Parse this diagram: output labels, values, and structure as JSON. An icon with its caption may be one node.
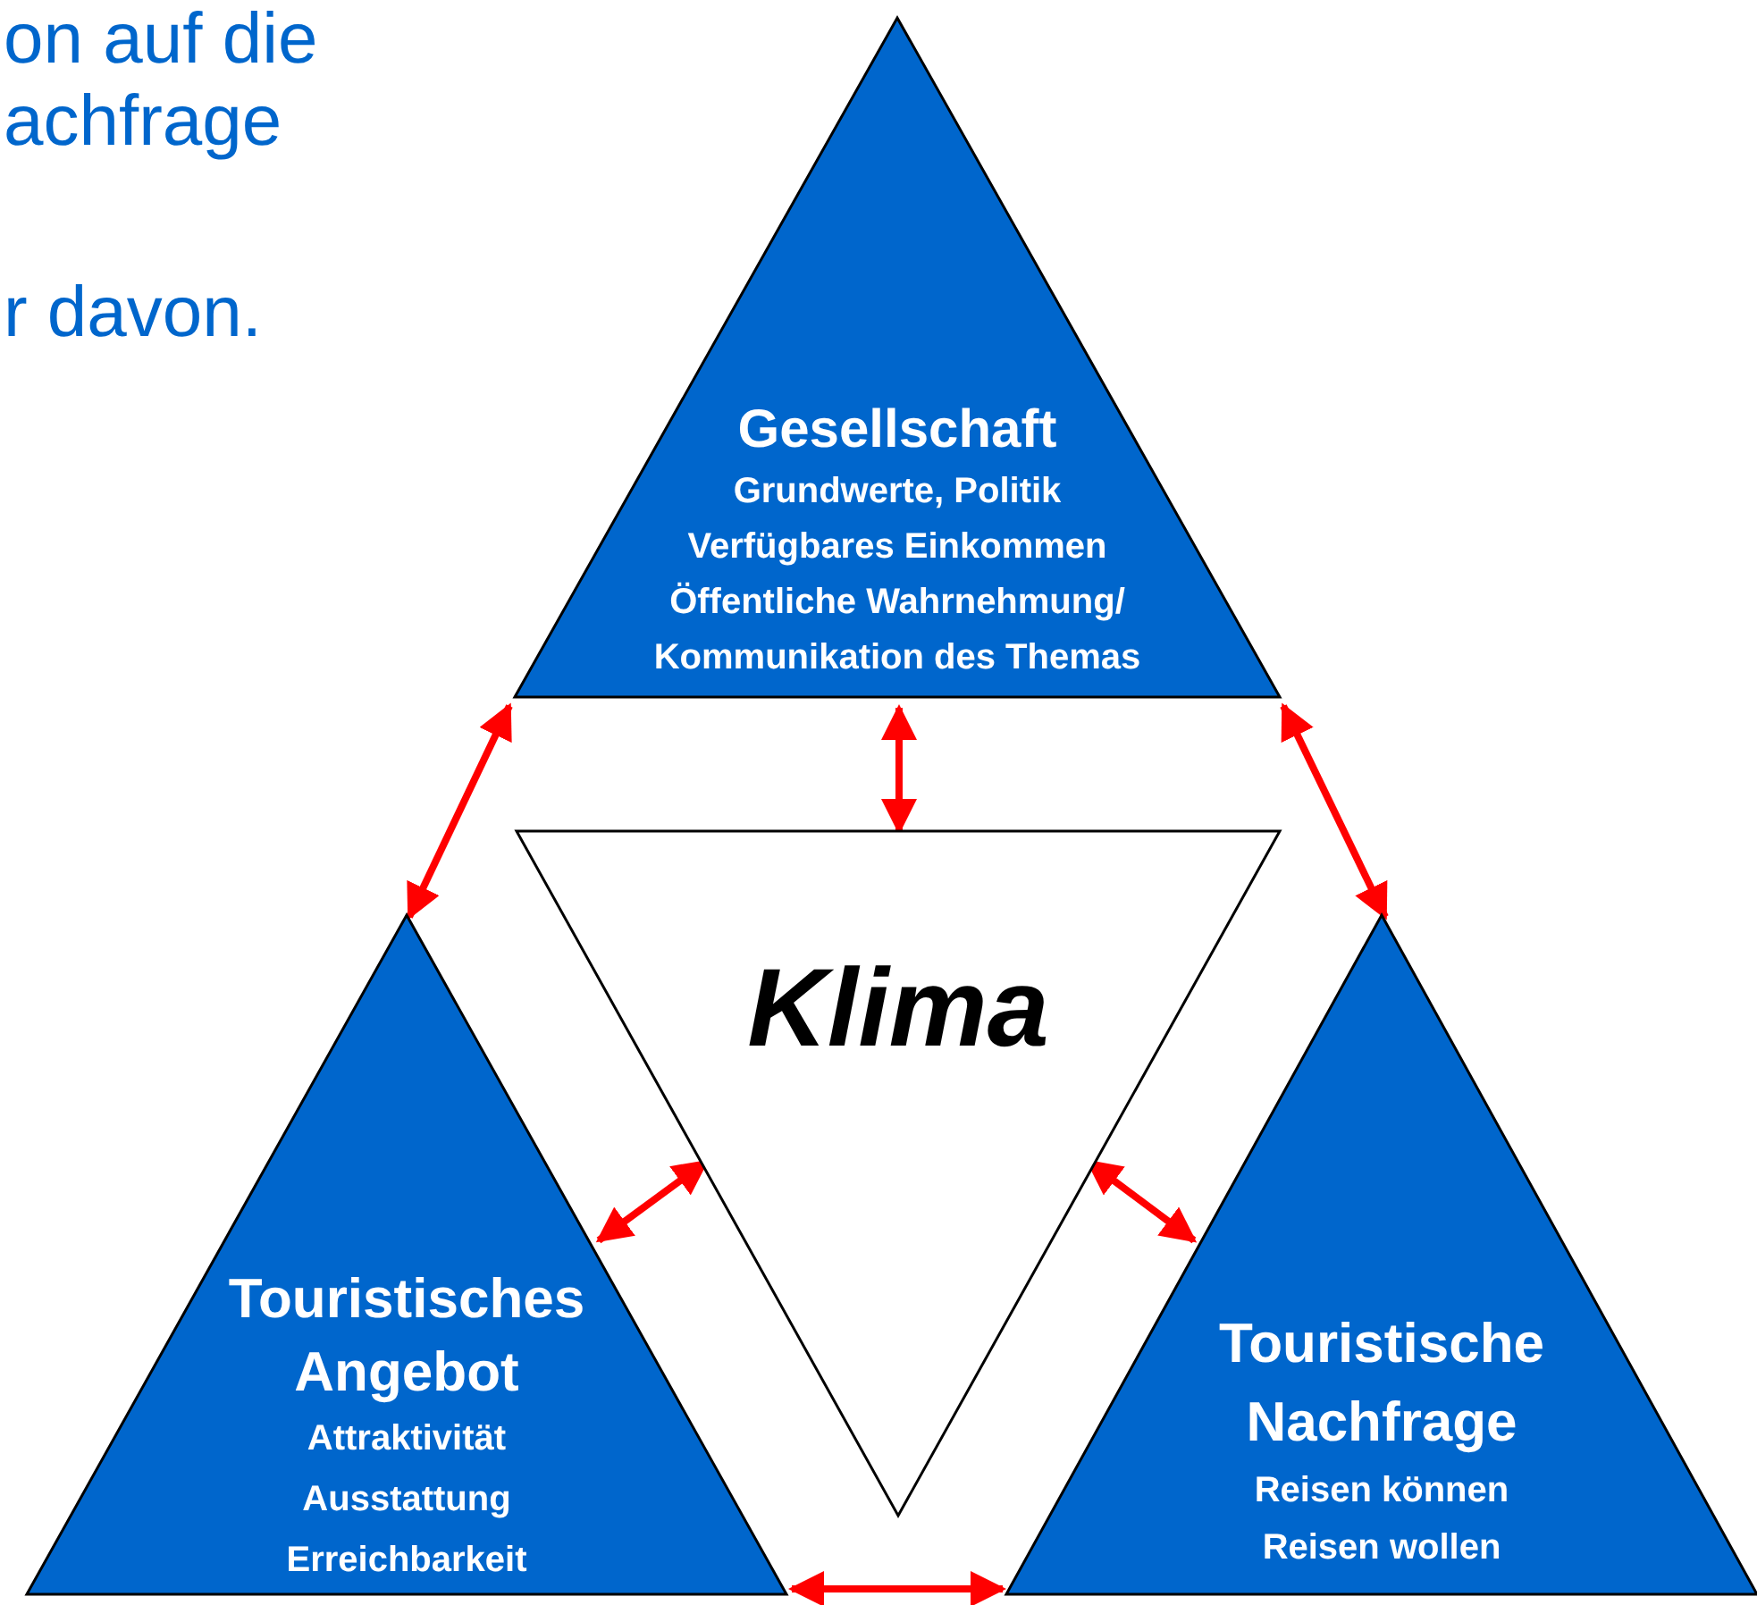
{
  "diagram": {
    "nodes": [
      {
        "text": [
          "Gesellschaft",
          "Grundwerte, Politik",
          "Verfügbares Einkommen",
          "Öffentliche Wahrnehmung/ Kommunikation des Themas"
        ]
      },
      {
        "text": [
          "Touristisches Angebot",
          "Attraktivität",
          "Ausstattung",
          "Erreichbarkeit"
        ]
      },
      {
        "text": [
          "Klima"
        ]
      },
      {
        "text": [
          "Touristische Nachfrage",
          "Reisen können",
          "Reisen wollen"
        ]
      }
    ],
    "edges": [
      {
        "from": 0,
        "to": 1,
        "arrow": "both",
        "color": "#ff0000"
      },
      {
        "from": 0,
        "to": 2,
        "arrow": "both",
        "color": "#ff0000"
      },
      {
        "from": 0,
        "to": 3,
        "arrow": "both",
        "color": "#ff0000"
      },
      {
        "from": 1,
        "to": 2,
        "arrow": "both",
        "color": "#ff0000"
      },
      {
        "from": 2,
        "to": 3,
        "arrow": "both",
        "color": "#ff0000"
      },
      {
        "from": 1,
        "to": 3,
        "arrow": "both",
        "color": "#ff0000"
      }
    ],
    "labels": [
      "on auf die",
      "achfrage",
      "r davon."
    ]
  }
}
